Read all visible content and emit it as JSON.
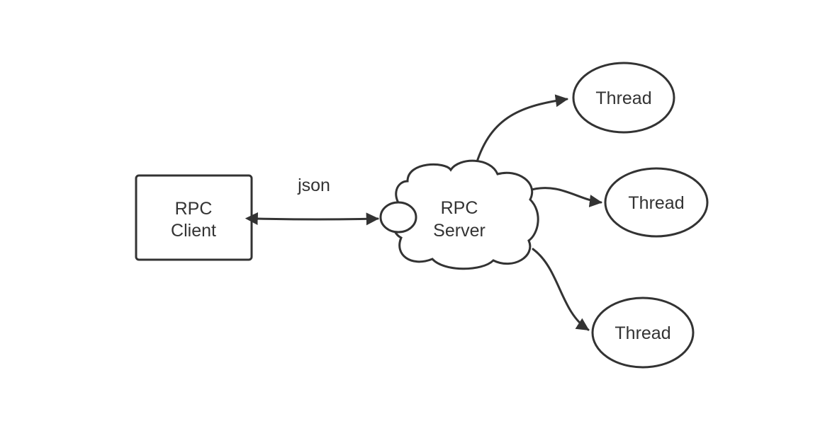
{
  "diagram": {
    "client": {
      "line1": "RPC",
      "line2": "Client"
    },
    "server": {
      "line1": "RPC",
      "line2": "Server"
    },
    "edge_label": "json",
    "threads": [
      {
        "label": "Thread"
      },
      {
        "label": "Thread"
      },
      {
        "label": "Thread"
      }
    ]
  },
  "colors": {
    "stroke": "#333333",
    "background": "#ffffff"
  }
}
